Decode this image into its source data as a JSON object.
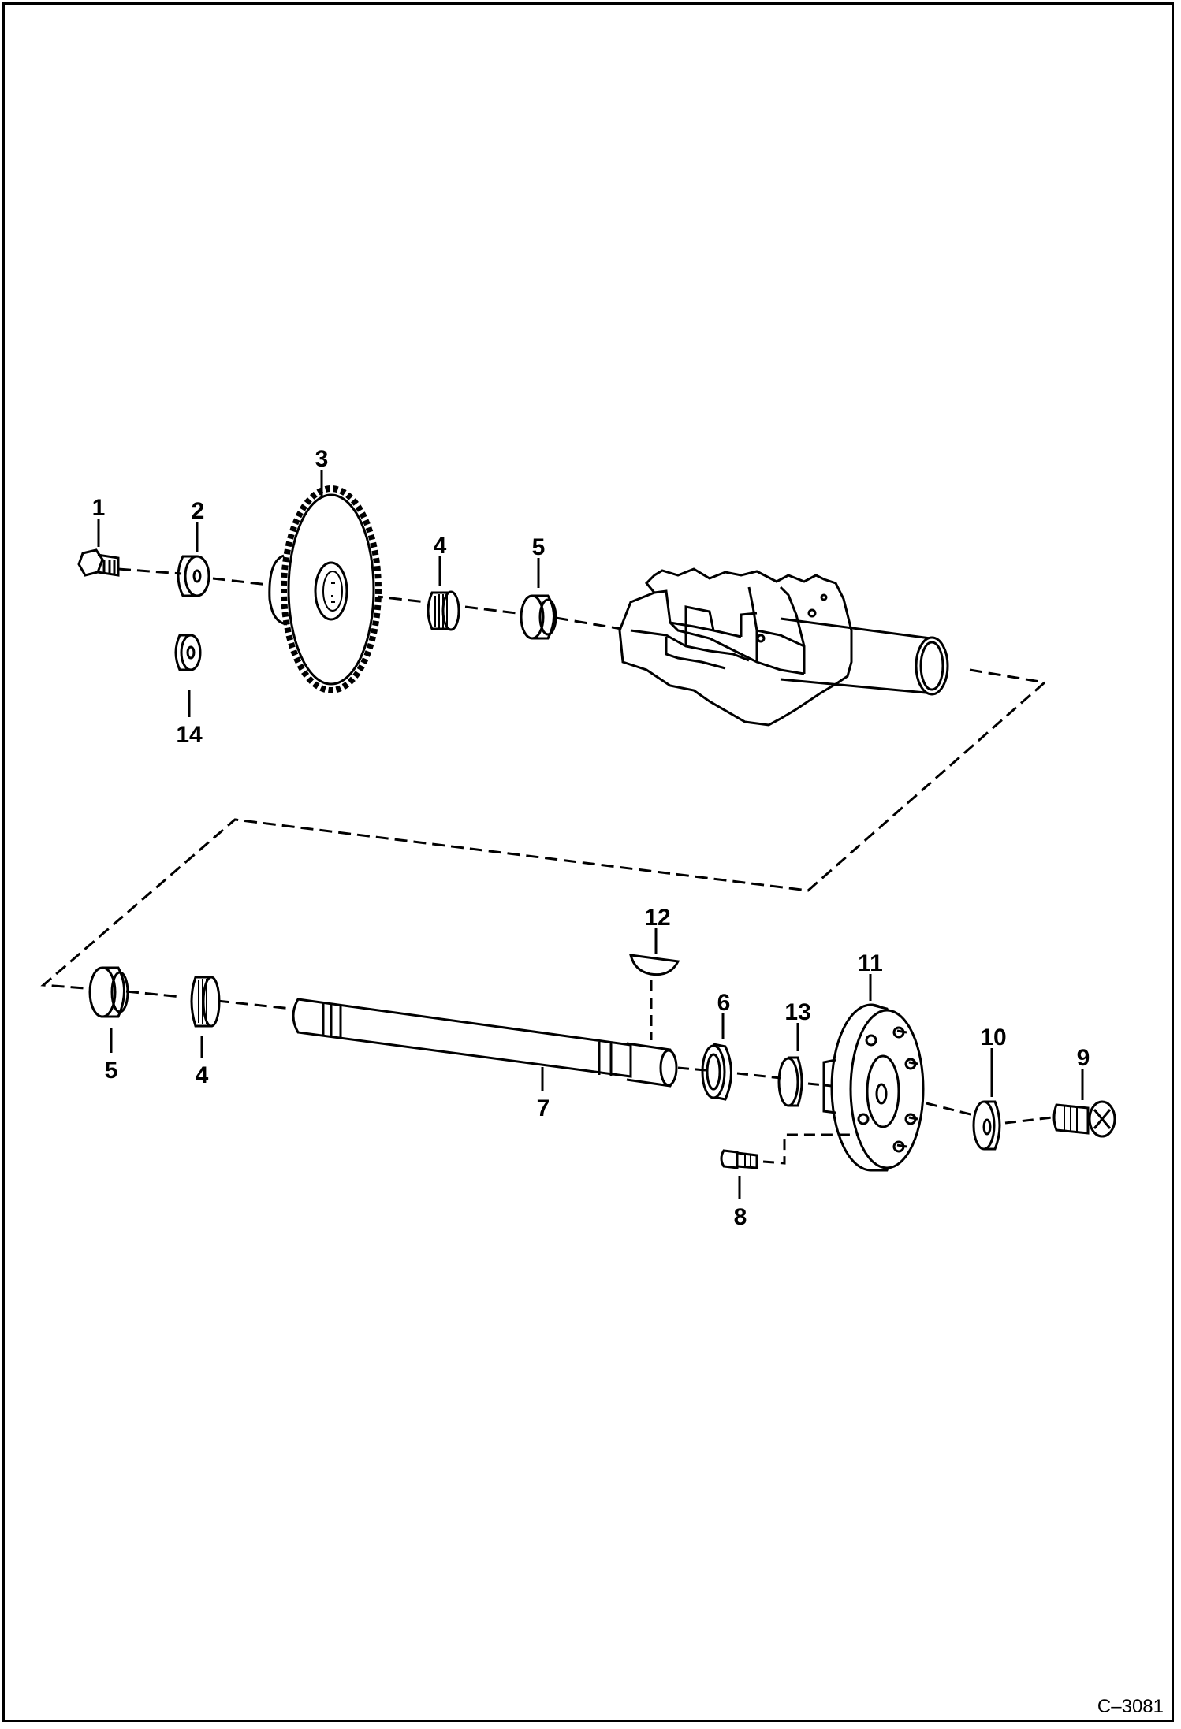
{
  "diagram": {
    "figure_id": "C–3081",
    "callouts": {
      "c1": "1",
      "c2": "2",
      "c3": "3",
      "c4_upper": "4",
      "c5_upper": "5",
      "c14": "14",
      "c12": "12",
      "c11": "11",
      "c6": "6",
      "c13": "13",
      "c10": "10",
      "c9": "9",
      "c5_lower": "5",
      "c4_lower": "4",
      "c7": "7",
      "c8": "8"
    }
  }
}
